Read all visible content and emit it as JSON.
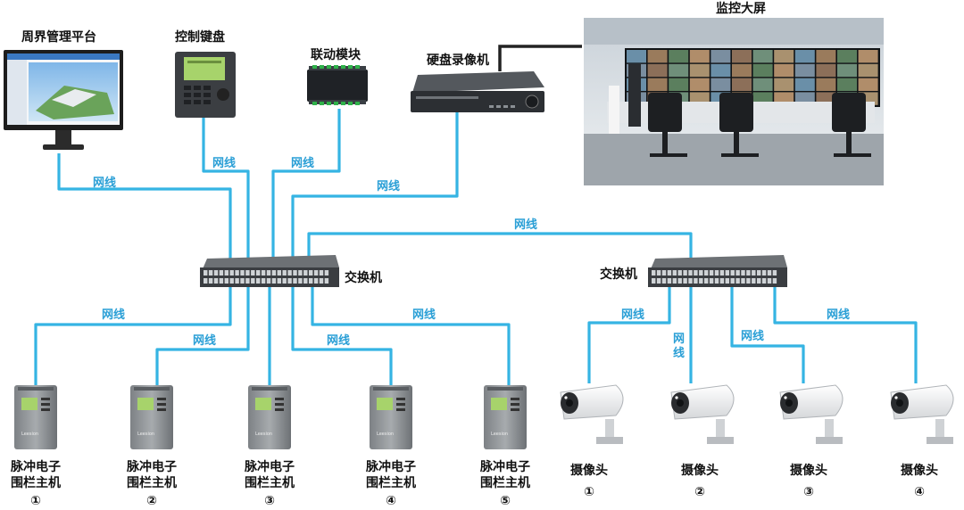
{
  "devices": {
    "platform": "周界管理平台",
    "keyboard": "控制键盘",
    "linkage": "联动模块",
    "nvr": "硬盘录像机",
    "screen": "监控大屏",
    "switch_left": "交换机",
    "switch_right": "交换机"
  },
  "cable_label": "网线",
  "fence_host": {
    "line1": "脉冲电子",
    "line2": "围栏主机",
    "numbers": [
      "①",
      "②",
      "③",
      "④",
      "⑤"
    ]
  },
  "camera": {
    "label": "摄像头",
    "numbers": [
      "①",
      "②",
      "③",
      "④"
    ]
  },
  "device_brand": "Leesion",
  "colors": {
    "cable": "#35b4e3",
    "cable_text": "#2a9fd6"
  }
}
